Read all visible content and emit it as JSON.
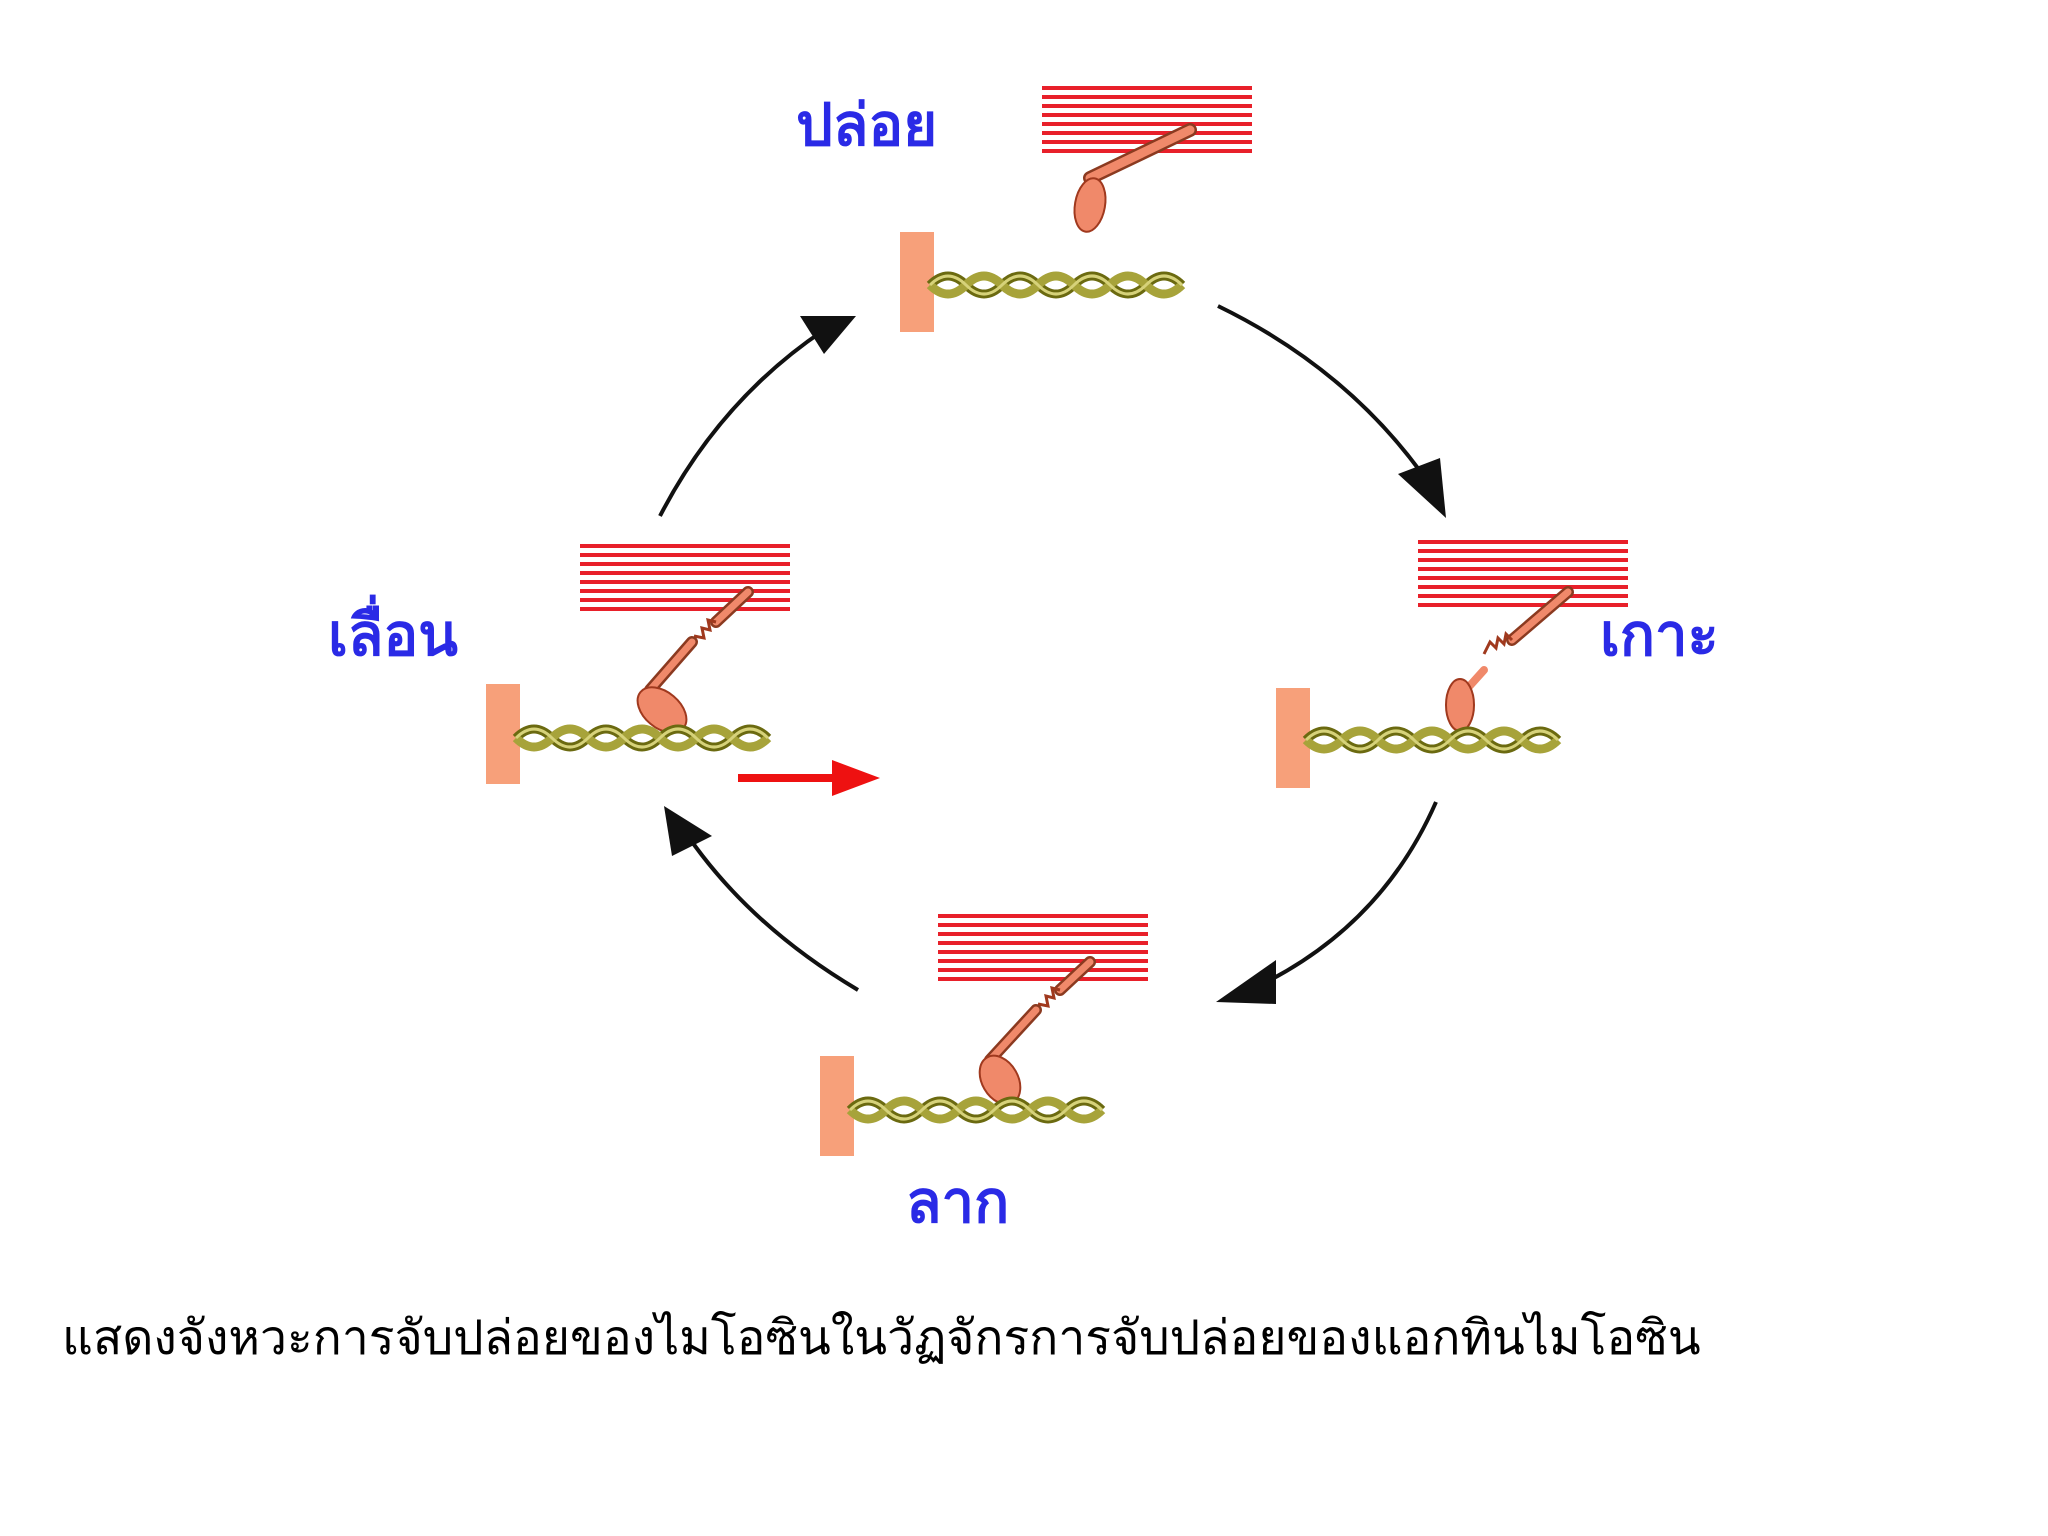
{
  "diagram": {
    "stages": {
      "release": "ปล่อย",
      "attach": "เกาะ",
      "pull": "ลาก",
      "slide": "เลื่อน"
    }
  },
  "caption": "แสดงจังหวะการจับปล่อยของไมโอซินในวัฏจักรการจับปล่อยของแอกทินไมโอซิน",
  "colors": {
    "label": "#2a2ae6",
    "myosin_filament": "#e8202a",
    "myosin_head": "#f0896a",
    "z_line": "#f7a07a",
    "actin": "#9c9a2a",
    "cycle_arrow": "#111111",
    "movement_arrow": "#ee1111"
  }
}
